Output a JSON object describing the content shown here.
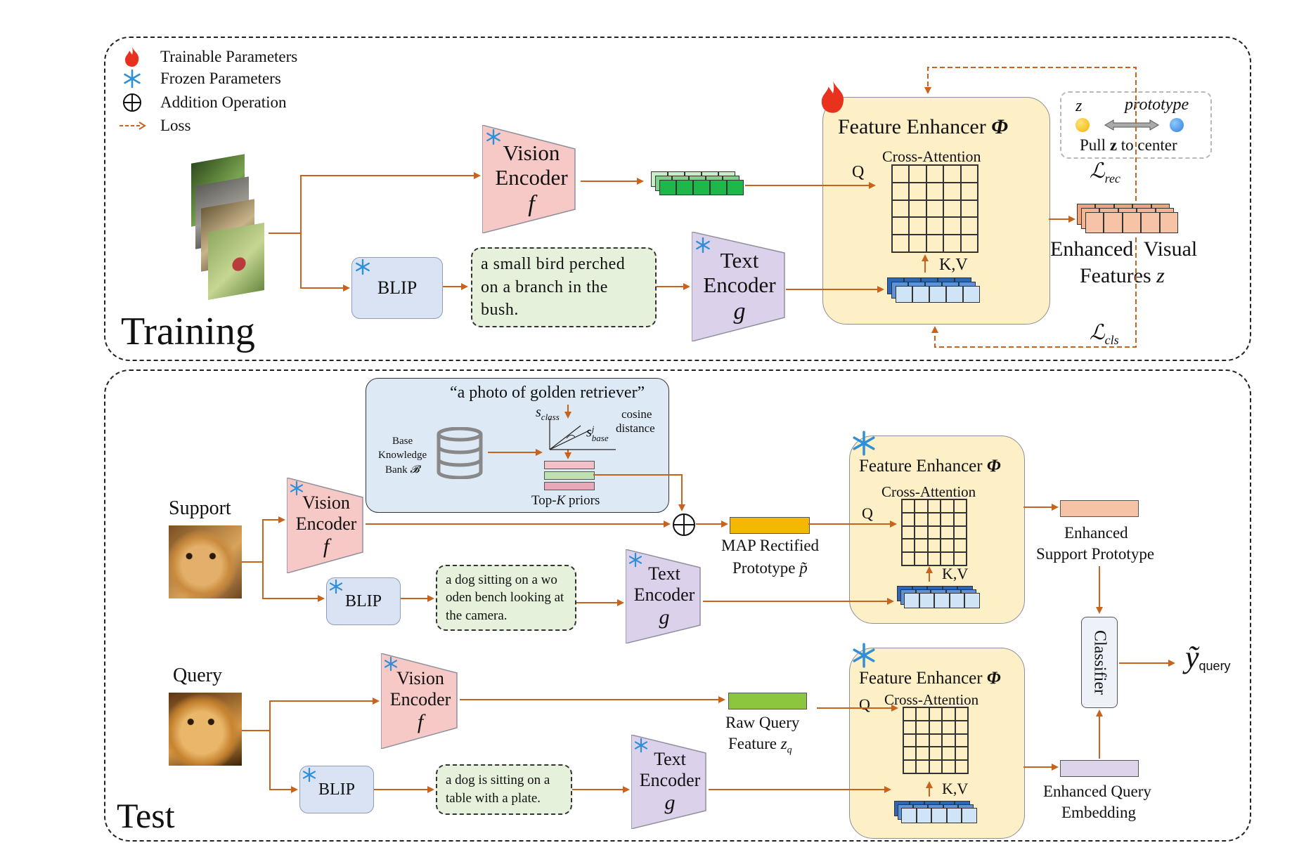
{
  "legend": {
    "trainable": "Trainable Parameters",
    "frozen": "Frozen Parameters",
    "addition": "Addition Operation",
    "loss": "Loss"
  },
  "training": {
    "section_label": "Training",
    "vision_encoder": {
      "line1": "Vision",
      "line2": "Encoder",
      "symbol": "f"
    },
    "text_encoder": {
      "line1": "Text",
      "line2": "Encoder",
      "symbol": "g"
    },
    "blip": "BLIP",
    "caption": "a small bird perched on a branch in the bush.",
    "feature_enhancer": {
      "title": "Feature Enhancer",
      "symbol": "Φ",
      "cross_attention": "Cross-Attention",
      "q": "Q",
      "kv": "K,V"
    },
    "prototype_box": {
      "z": "z",
      "prototype": "prototype",
      "pull_prefix": "Pull ",
      "pull_bold": "z",
      "pull_suffix": " to center"
    },
    "loss_rec": "ℒ",
    "loss_rec_sub": "rec",
    "loss_cls": "ℒ",
    "loss_cls_sub": "cls",
    "enhanced_label_1": "Enhanced  Visual",
    "enhanced_label_2": "Features ",
    "enhanced_label_sym": "z"
  },
  "test": {
    "section_label": "Test",
    "support_label": "Support",
    "query_label": "Query",
    "knowledge": {
      "quote": "“a photo of golden retriever”",
      "s_class": "s",
      "s_class_sub": "class",
      "s_base": "s",
      "s_base_sup": "j",
      "s_base_sub": "base",
      "cosine_1": "cosine",
      "cosine_2": "distance",
      "bank_1": "Base",
      "bank_2": "Knowledge",
      "bank_3": "Bank ",
      "bank_sym": "𝓑",
      "topk_prefix": "Top-",
      "topk_k": "K",
      "topk_suffix": " priors"
    },
    "support_vision": {
      "line1": "Vision",
      "line2": "Encoder",
      "symbol": "f"
    },
    "support_blip": "BLIP",
    "support_caption": "a dog sitting on a wo oden bench looking at the camera.",
    "support_text": {
      "line1": "Text",
      "line2": "Encoder",
      "symbol": "g"
    },
    "map_1": "MAP Rectified",
    "map_2": "Prototype ",
    "map_sym": "p̃",
    "fe_support": {
      "title": "Feature Enhancer",
      "symbol": "Φ",
      "cross_attention": "Cross-Attention",
      "q": "Q",
      "kv": "K,V"
    },
    "enhanced_support_1": "Enhanced",
    "enhanced_support_2": "Support Prototype",
    "classifier": "Classifier",
    "y_symbol": "ỹ",
    "y_sub": "query",
    "query_vision": {
      "line1": "Vision",
      "line2": "Encoder",
      "symbol": "f"
    },
    "query_blip": "BLIP",
    "query_caption": "a dog is sitting on a table with a plate.",
    "query_text": {
      "line1": "Text",
      "line2": "Encoder",
      "symbol": "g"
    },
    "raw_1": "Raw Query",
    "raw_2": "Feature ",
    "raw_sym": "z",
    "raw_sub": "q",
    "fe_query": {
      "title": "Feature Enhancer",
      "symbol": "Φ",
      "cross_attention": "Cross-Attention",
      "q": "Q",
      "kv": "K,V"
    },
    "enhanced_query_1": "Enhanced Query",
    "enhanced_query_2": "Embedding"
  },
  "colors": {
    "arrow": "#c8631e",
    "vision_encoder": "#f6c9c6",
    "text_encoder": "#dcd1ea",
    "blip": "#d9e3f3",
    "caption": "#e6f1dc",
    "enhancer": "#fdefc6",
    "knowledge_bank": "#dde9f5",
    "visual_feature": "#1fb74a",
    "text_feature": "#cfe4f6",
    "enhanced_feature": "#f7c3a6",
    "map_prototype": "#f5b800",
    "raw_query": "#8cc63f",
    "query_embedding": "#ddd3ea",
    "flame": "#e8321e",
    "snowflake": "#2f8fd8"
  }
}
